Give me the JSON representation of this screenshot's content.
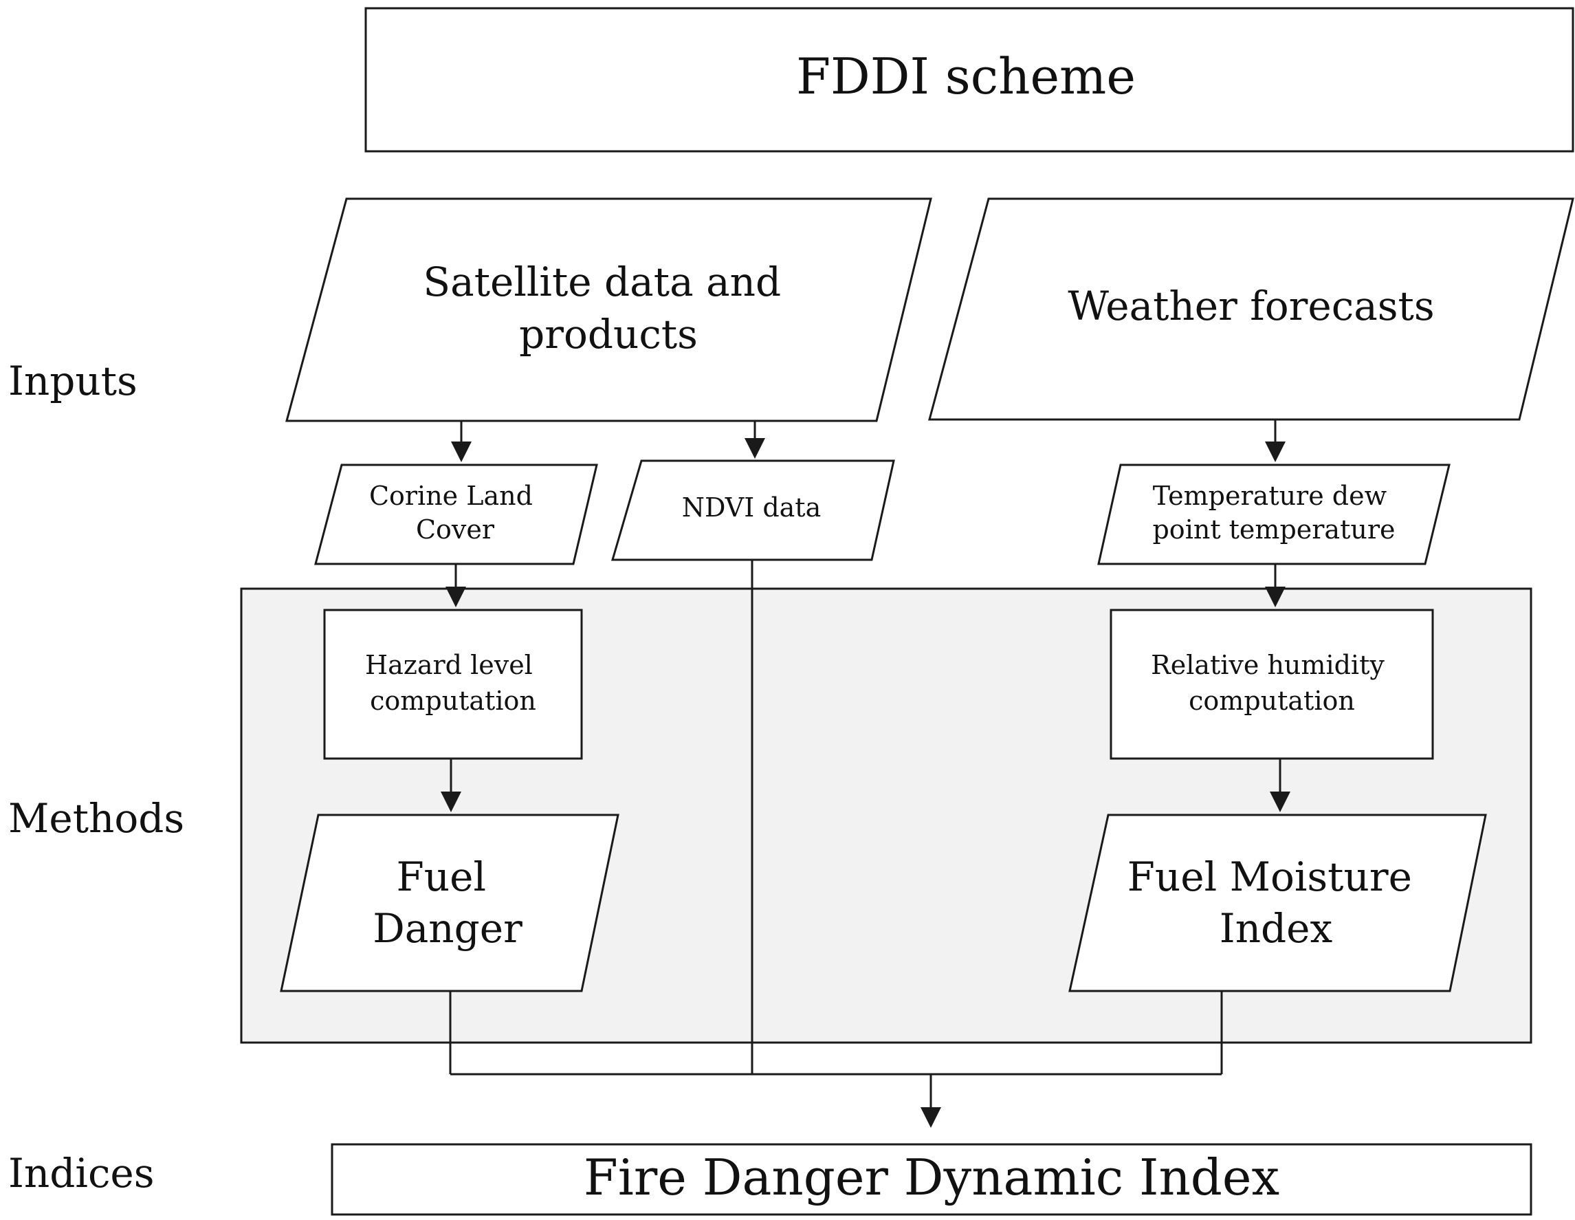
{
  "title": "FDDI scheme",
  "row_labels": {
    "inputs": "Inputs",
    "methods": "Methods",
    "indices": "Indices"
  },
  "inputs": {
    "satellite": [
      "Satellite  data and",
      "products"
    ],
    "weather": "Weather forecasts",
    "corine": [
      "Corine Land",
      "Cover"
    ],
    "ndvi": "NDVI data",
    "temperature": [
      "Temperature dew",
      "point temperature"
    ]
  },
  "methods": {
    "hazard": [
      "Hazard level",
      "computation"
    ],
    "humidity": [
      "Relative humidity",
      "computation"
    ],
    "fuel_danger": [
      "Fuel",
      "Danger"
    ],
    "fuel_moisture": [
      "Fuel Moisture",
      "Index"
    ]
  },
  "index": "Fire Danger Dynamic  Index",
  "colors": {
    "line": "#1a1a1a",
    "panel": "#f2f2f2",
    "box": "#ffffff"
  }
}
